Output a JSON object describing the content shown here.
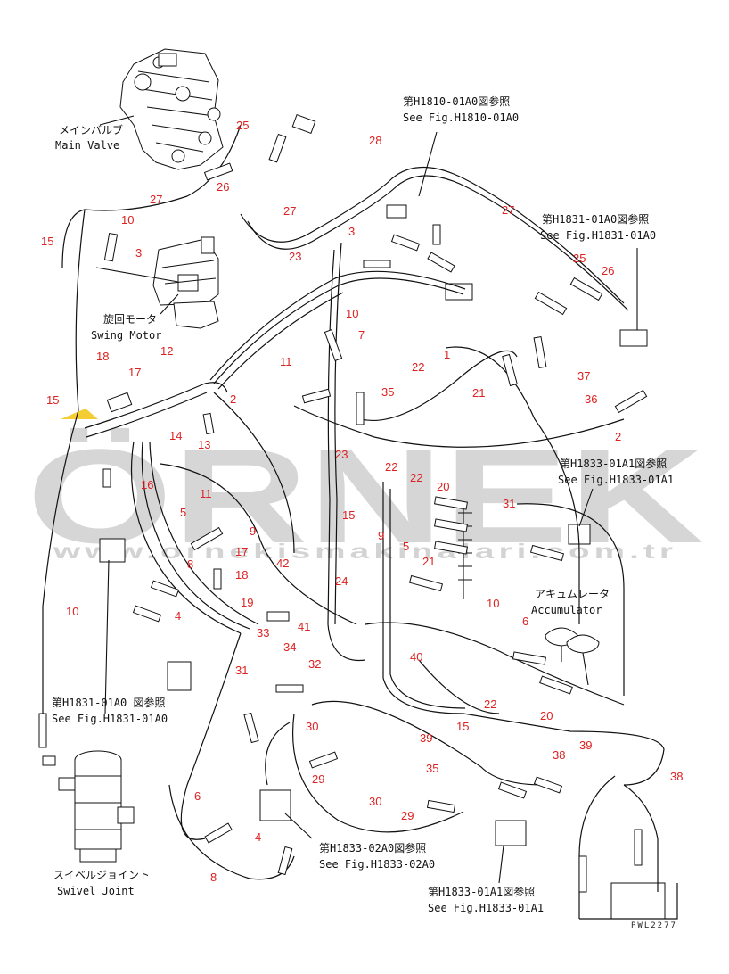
{
  "watermark": {
    "logo": "ÖRNEK",
    "url": "www.ornekismakinalari.com.tr",
    "logo_color": "#c9c9c9",
    "accent_color": "#f0c000"
  },
  "components": {
    "main_valve_jp": "メインバルブ",
    "main_valve_en": "Main Valve",
    "swing_motor_jp": "旋回モータ",
    "swing_motor_en": "Swing Motor",
    "accumulator_jp": "アキュムレータ",
    "accumulator_en": "Accumulator",
    "swivel_joint_jp": "スイベルジョイント",
    "swivel_joint_en": "Swivel Joint"
  },
  "references": [
    {
      "jp": "第H1810-01A0図参照",
      "en": "See Fig.H1810-01A0"
    },
    {
      "jp": "第H1831-01A0図参照",
      "en": "See Fig.H1831-01A0"
    },
    {
      "jp": "第H1833-01A1図参照",
      "en": "See Fig.H1833-01A1"
    },
    {
      "jp": "第H1831-01A0 図参照",
      "en": "See Fig.H1831-01A0"
    },
    {
      "jp": "第H1833-02A0図参照",
      "en": "See Fig.H1833-02A0"
    },
    {
      "jp": "第H1833-01A1図参照",
      "en": "See Fig.H1833-01A1"
    }
  ],
  "callouts": [
    "28",
    "25",
    "26",
    "27",
    "27",
    "27",
    "25",
    "26",
    "10",
    "15",
    "3",
    "3",
    "23",
    "10",
    "7",
    "1",
    "22",
    "21",
    "35",
    "37",
    "36",
    "2",
    "11",
    "12",
    "18",
    "17",
    "15",
    "14",
    "13",
    "2",
    "23",
    "22",
    "22",
    "20",
    "31",
    "15",
    "16",
    "11",
    "5",
    "9",
    "8",
    "9",
    "5",
    "21",
    "10",
    "17",
    "18",
    "19",
    "4",
    "33",
    "41",
    "42",
    "24",
    "40",
    "6",
    "10",
    "31",
    "34",
    "32",
    "30",
    "39",
    "15",
    "22",
    "20",
    "38",
    "39",
    "6",
    "4",
    "29",
    "35",
    "30",
    "29",
    "38",
    "8"
  ],
  "drawing_code": "PWL2277"
}
